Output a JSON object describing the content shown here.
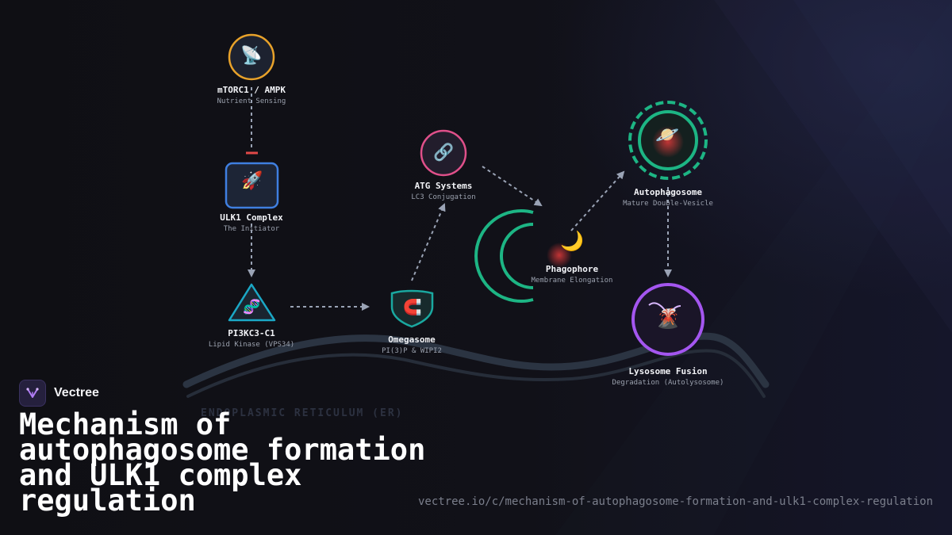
{
  "nodes": {
    "mtorc": {
      "title": "mTORC1 / AMPK",
      "subtitle": "Nutrient Sensing",
      "icon": "satellite-dish-icon",
      "glyph": "📡",
      "color": "#e8a22a"
    },
    "ulk1": {
      "title": "ULK1 Complex",
      "subtitle": "The Initiator",
      "icon": "rocket-icon",
      "glyph": "🚀",
      "color": "#3f7fe0"
    },
    "pi3k": {
      "title": "PI3KC3-C1",
      "subtitle": "Lipid Kinase (VPS34)",
      "icon": "dna-icon",
      "glyph": "🧬",
      "color": "#1ba8c6"
    },
    "omegasome": {
      "title": "Omegasome",
      "subtitle": "PI(3)P & WIPI2",
      "icon": "magnet-icon",
      "glyph": "🧲",
      "color": "#1aa8a0"
    },
    "atg": {
      "title": "ATG Systems",
      "subtitle": "LC3 Conjugation",
      "icon": "link-icon",
      "glyph": "🔗",
      "color": "#e0508a"
    },
    "phagophore": {
      "title": "Phagophore",
      "subtitle": "Membrane Elongation",
      "icon": "crescent-moon-icon",
      "glyph": "🌙",
      "color": "#1db584"
    },
    "autophagosome": {
      "title": "Autophagosome",
      "subtitle": "Mature Double-Vesicle",
      "icon": "ringed-planet-icon",
      "glyph": "🪐",
      "color": "#1db584"
    },
    "lysosome": {
      "title": "Lysosome Fusion",
      "subtitle": "Degradation (Autolysosome)",
      "icon": "volcano-icon",
      "glyph": "🌋",
      "color": "#a456f0"
    }
  },
  "er_label": "ENDOPLASMIC RETICULUM (ER)",
  "brand": {
    "name": "Vectree"
  },
  "title": "Mechanism of autophagosome formation and ULK1 complex regulation",
  "url": "vectree.io/c/mechanism-of-autophagosome-formation-and-ulk1-complex-regulation",
  "colors": {
    "background": "#101016",
    "inhibition": "#e04848",
    "arrow": "#9aa3b5",
    "er_membrane": "#2a3240"
  }
}
